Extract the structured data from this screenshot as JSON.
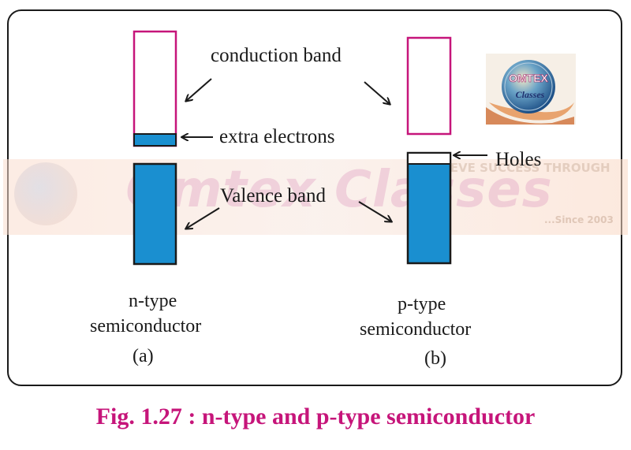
{
  "diagram": {
    "conduction_band_label": "conduction band",
    "extra_electrons_label": "extra electrons",
    "holes_label": "Holes",
    "valence_band_label": "Valence band",
    "n_type": {
      "line1": "n-type",
      "line2": "semiconductor",
      "tag": "(a)"
    },
    "p_type": {
      "line1": "p-type",
      "line2": "semiconductor",
      "tag": "(b)"
    }
  },
  "watermark": {
    "brand": "Omtex Classes",
    "tagline": "ACHIEVE SUCCESS THROUGH",
    "since": "...Since 2003"
  },
  "logo": {
    "text_top": "OMTEX",
    "text_bottom": "Classes"
  },
  "caption": "Fig. 1.27 : n-type and p-type semiconductor",
  "colors": {
    "band_fill": "#1a8fd0",
    "band_outline_magenta": "#c6157a",
    "caption": "#c6157a"
  }
}
